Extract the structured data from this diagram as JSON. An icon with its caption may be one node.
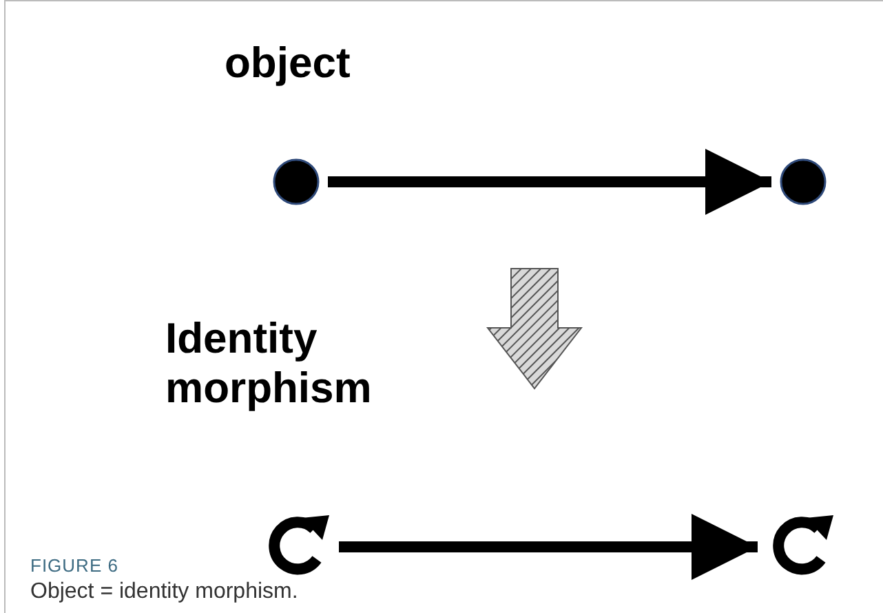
{
  "diagram": {
    "caption": "Object = identity morphism.",
    "nodes": [
      {
        "text": [],
        "shape": "circle",
        "beside": [
          "object"
        ]
      },
      {
        "text": [],
        "shape": "circle"
      },
      {
        "text": [],
        "shape": "loop",
        "beside": [
          "Identity morphism"
        ]
      },
      {
        "text": [],
        "shape": "loop"
      }
    ],
    "edges": [
      {
        "from": 0,
        "to": 1,
        "arrow": "to"
      },
      {
        "from": 2,
        "to": 3,
        "arrow": "to"
      }
    ],
    "labels": [
      "FIGURE 6"
    ]
  }
}
